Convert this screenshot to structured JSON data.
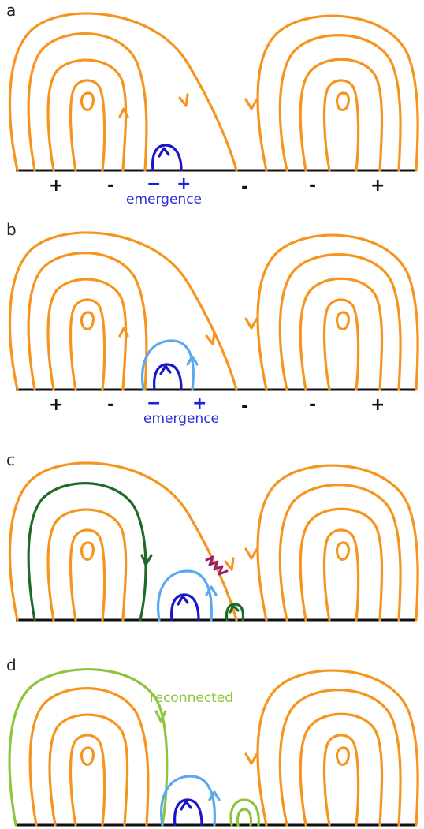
{
  "panels": [
    {
      "letter": "a",
      "signs": {
        "s1": "+",
        "s2": "-",
        "s3": "-",
        "s4": "-",
        "s5": "+",
        "b1": "−",
        "b2": "+"
      },
      "caption": "emergence"
    },
    {
      "letter": "b",
      "signs": {
        "s1": "+",
        "s2": "-",
        "s3": "-",
        "s4": "-",
        "s5": "+",
        "b1": "−",
        "b2": "+"
      },
      "caption": "emergence"
    },
    {
      "letter": "c"
    },
    {
      "letter": "d",
      "caption": "reconnected"
    }
  ],
  "colors": {
    "orange": "#f7941d",
    "dark_blue": "#1c14c8",
    "light_blue": "#5aa9ee",
    "dark_green": "#1e6b25",
    "light_green": "#8cc63f",
    "purple": "#9b1b6c"
  }
}
